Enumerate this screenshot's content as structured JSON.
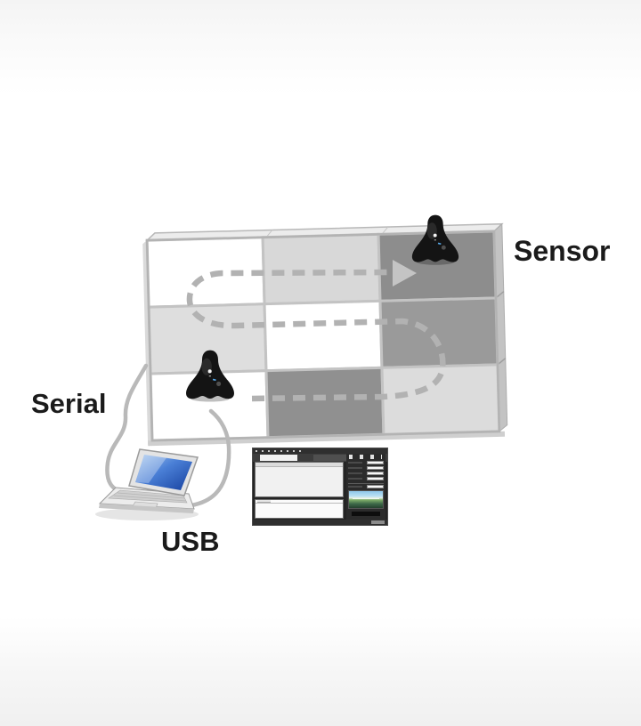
{
  "labels": {
    "serial": "Serial",
    "usb": "USB",
    "sensor": "Sensor"
  },
  "wall": {
    "rows": 3,
    "cols": 3,
    "panel_colors": [
      [
        "#ffffff",
        "#d8d8d8",
        "#8d8d8d"
      ],
      [
        "#dedede",
        "#ffffff",
        "#9a9a9a"
      ],
      [
        "#ffffff",
        "#909090",
        "#dcdcdc"
      ]
    ],
    "top_face_color": "#ececec",
    "side_face_color": "#c3c3c3",
    "bottom_edge_color": "#cfcfcf",
    "left_edge_color": "#dadada"
  },
  "scan_path": {
    "style": "dashed serpentine loop through all panels ending at top-right sensor",
    "color": "#b2b2b2",
    "arrow_color": "#c4c4c4"
  },
  "sensors": {
    "color": "#141414",
    "top": {
      "position": "on top-right panel"
    },
    "bottom": {
      "position": "on bottom-left panel"
    }
  },
  "connections": {
    "serial_cable_color": "#b9b9b9",
    "usb_cable_color": "#b9b9b9"
  },
  "laptop": {
    "screen_color": "#2f63c4",
    "body_color": "#ececec"
  },
  "software_window": {
    "theme_dark": "#242424",
    "content_light": "#f1f1f1"
  }
}
